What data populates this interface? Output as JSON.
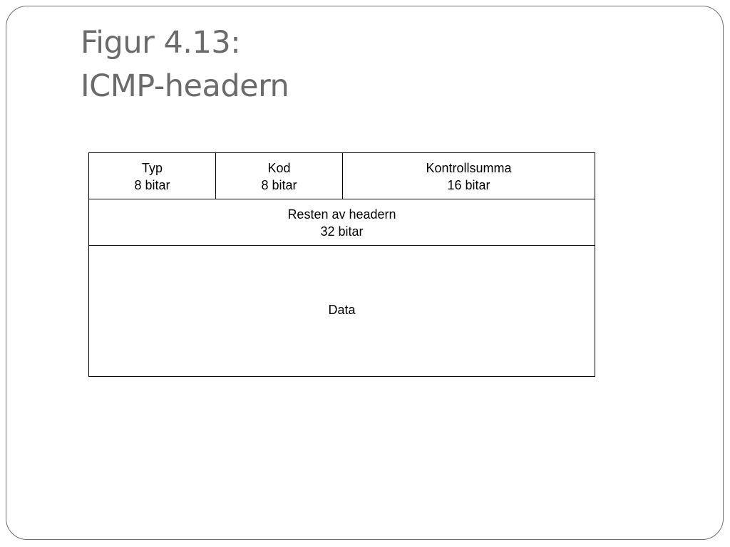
{
  "title": {
    "line1": "Figur 4.13:",
    "line2": "ICMP-headern"
  },
  "icmp_header": {
    "typ": {
      "name": "Typ",
      "size": "8 bitar"
    },
    "kod": {
      "name": "Kod",
      "size": "8 bitar"
    },
    "kontrollsumma": {
      "name": "Kontrollsumma",
      "size": "16 bitar"
    },
    "resten": {
      "name": "Resten av headern",
      "size": "32 bitar"
    },
    "data": {
      "name": "Data"
    }
  }
}
